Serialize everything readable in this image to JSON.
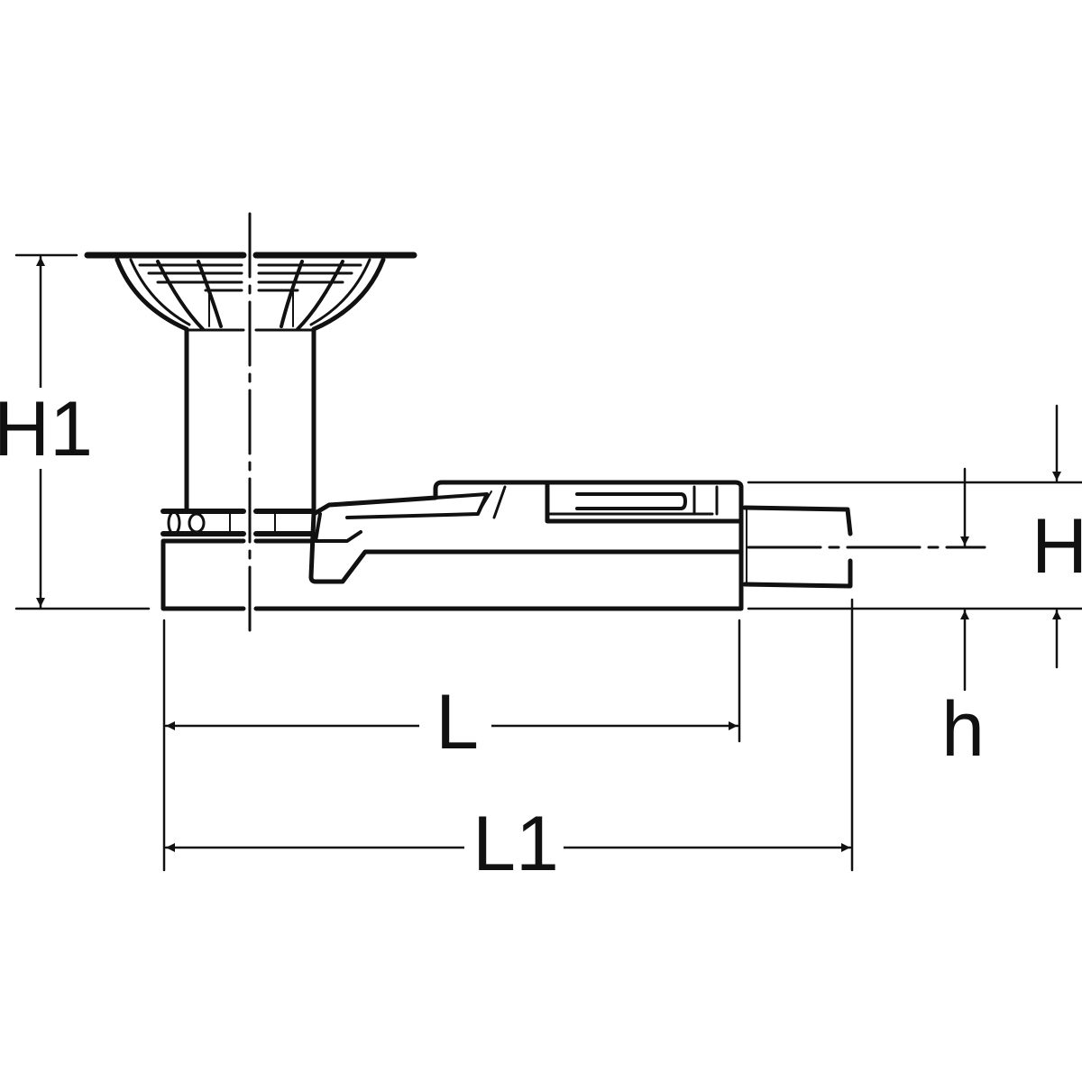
{
  "diagram": {
    "dimensions": {
      "H1": "H1",
      "H": "H",
      "h": "h",
      "L": "L",
      "L1": "L1"
    },
    "colors": {
      "line": "#111111",
      "background": "#ffffff"
    }
  }
}
